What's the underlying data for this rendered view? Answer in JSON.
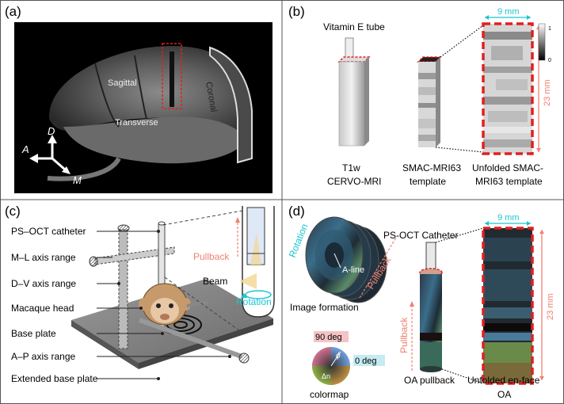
{
  "panels": {
    "a": {
      "tag": "(a)",
      "labels": {
        "sagittal": "Sagittal",
        "coronal": "Coronal",
        "transverse": "Transverse"
      },
      "axes": {
        "d": "D",
        "a": "A",
        "m": "M"
      }
    },
    "b": {
      "tag": "(b)",
      "tube_label": "Vitamin E tube",
      "width_label": "9 mm",
      "height_label": "23 mm",
      "colorbar": {
        "max": "1",
        "min": "0"
      },
      "captions": {
        "t1w_line1": "T1w",
        "t1w_line2": "CERVO-MRI",
        "smac_line1": "SMAC-MRI63",
        "smac_line2": "template",
        "unfolded_line1": "Unfolded SMAC-",
        "unfolded_line2": "MRI63 template"
      }
    },
    "c": {
      "tag": "(c)",
      "labels": {
        "catheter": "PS–OCT catheter",
        "ml": "M–L axis range",
        "dv": "D–V axis range",
        "head": "Macaque head",
        "base": "Base plate",
        "ap": "A–P axis range",
        "ext": "Extended base plate"
      },
      "pullback": "Pullback",
      "beam": "Beam",
      "rotation": "Rotation"
    },
    "d": {
      "tag": "(d)",
      "rotation": "Rotation",
      "aline": "A-line",
      "pullback": "Pullback",
      "image_formation": "Image formation",
      "deg90": "90 deg",
      "deg0": "0 deg",
      "phi": "ϕ",
      "dn": "Δn",
      "colormap": "colormap",
      "catheter": "PS-OCT Catheter",
      "width_label": "9 mm",
      "height_label": "23 mm",
      "pullback_side": "Pullback",
      "oa_pullback": "OA pullback",
      "unfolded_line1": "Unfolded en-face",
      "unfolded_line2": "OA"
    }
  },
  "colors": {
    "red_dash": "#e02020",
    "salmon": "#f08070",
    "cyan": "#19c6d0",
    "frame": "#333333"
  }
}
